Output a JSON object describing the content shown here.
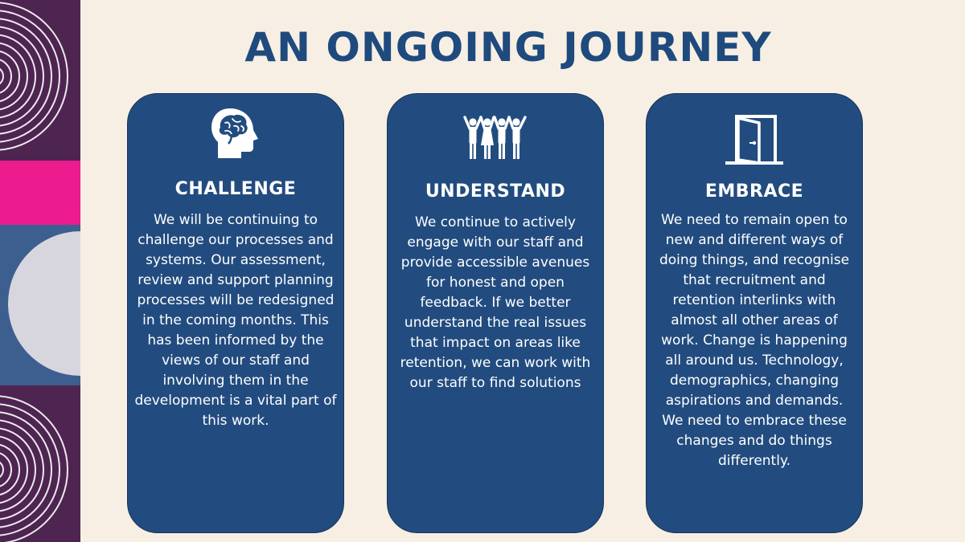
{
  "slide": {
    "title": "AN ONGOING JOURNEY",
    "colors": {
      "background": "#f7efe4",
      "title": "#1f4a7e",
      "card_fill": "#224c7f",
      "card_text": "#ffffff",
      "strip_purple": "#4e2450",
      "strip_pink": "#ec1b8e",
      "strip_blue": "#3d5f8f",
      "strip_circle": "#d7d6de"
    }
  },
  "cards": [
    {
      "icon": "head-brain-icon",
      "heading": "CHALLENGE",
      "body": "We will be continuing to challenge our processes and systems. Our assessment, review and support planning processes will be redesigned in the coming months. This has been informed by the views of our staff and involving them in the development is a vital part of this work."
    },
    {
      "icon": "people-group-icon",
      "heading": "UNDERSTAND",
      "body": "We continue to actively engage with our staff and provide accessible avenues for honest and open feedback. If we better understand the real issues that impact on areas like retention, we can work with our staff to find solutions"
    },
    {
      "icon": "open-door-icon",
      "heading": "EMBRACE",
      "body": "We need to remain open to new and different ways of doing things, and recognise that recruitment and retention interlinks with almost all other areas of work. Change is happening all around us. Technology, demographics, changing aspirations and demands. We need to embrace these changes and do things differently."
    }
  ]
}
